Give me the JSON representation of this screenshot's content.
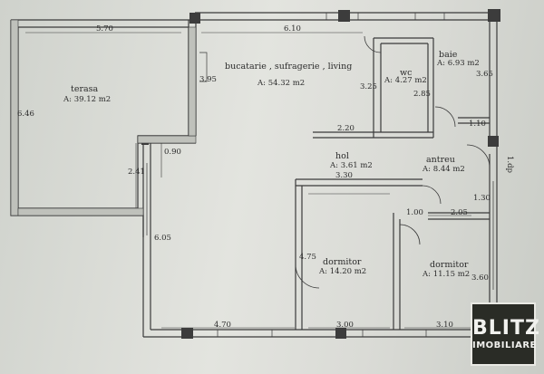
{
  "rooms": [
    {
      "name": "terasa",
      "area": "A: 39.12 m2"
    },
    {
      "name": "bucatarie , sufragerie , living",
      "area": "A: 54.32 m2"
    },
    {
      "name": "wc",
      "area": "A: 4.27 m2"
    },
    {
      "name": "baie",
      "area": "A: 6.93 m2"
    },
    {
      "name": "hol",
      "area": "A: 3.61 m2"
    },
    {
      "name": "antreu",
      "area": "A: 8.44 m2"
    },
    {
      "name": "dormitor",
      "area": "A: 14.20 m2"
    },
    {
      "name": "dormitor",
      "area": "A: 11.15 m2"
    }
  ],
  "dimensions": [
    "5.70",
    "6.10",
    "6.46",
    "3.95",
    "3.25",
    "2.85",
    "3.65",
    "1.10",
    "2.20",
    "0.90",
    "2.41",
    "3.30",
    "1.00",
    "2.05",
    "1.30",
    "6.05",
    "4.75",
    "3.60",
    "4.70",
    "3.00",
    "3.10",
    "1.dp"
  ],
  "logo": {
    "line1": "BLITZ",
    "line2": "IMOBILIARE"
  }
}
